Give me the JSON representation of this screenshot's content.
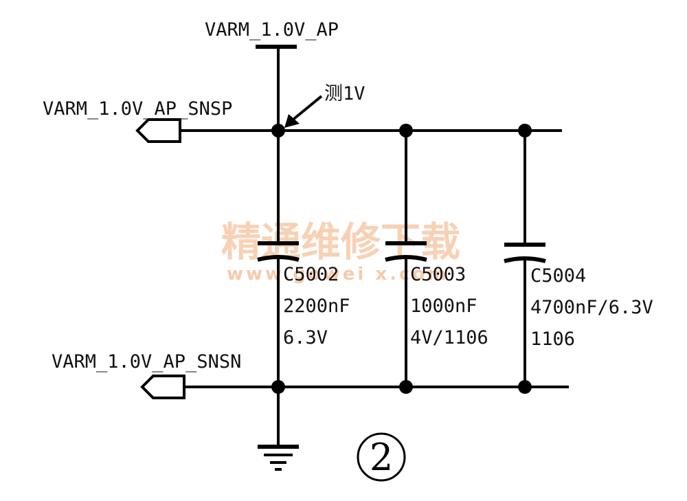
{
  "nets": {
    "power_rail": "VARM_1.0V_AP",
    "sense_positive": "VARM_1.0V_AP_SNSP",
    "sense_negative": "VARM_1.0V_AP_SNSN"
  },
  "measure_note": "测1V",
  "capacitors": [
    {
      "ref": "C5002",
      "value": "2200nF",
      "rating": "6.3V"
    },
    {
      "ref": "C5003",
      "value": "1000nF",
      "rating": "4V/1106"
    },
    {
      "ref": "C5004",
      "value": "4700nF/6.3V",
      "rating": "1106"
    }
  ],
  "watermark": {
    "text": "精通维修下载",
    "url": "www.gowei x.com"
  },
  "diagram_number": "2",
  "icons": [
    "ground-icon",
    "arrow-icon",
    "port-arrow-icon"
  ]
}
